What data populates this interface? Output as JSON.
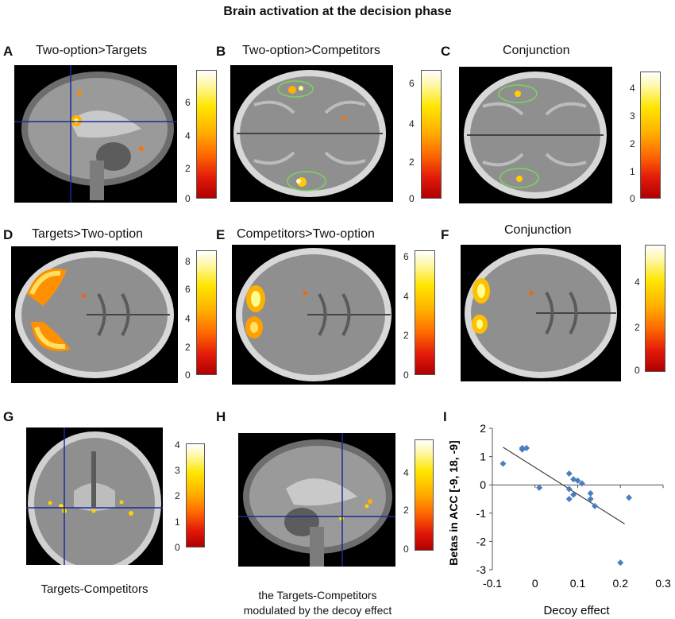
{
  "figure": {
    "title": "Brain activation at the decision phase"
  },
  "panels": [
    {
      "letter": "A",
      "title": "Two-option>Targets",
      "colorbar_ticks": [
        "6",
        "4",
        "2",
        "0"
      ],
      "crosshair": true,
      "view": "sagittal"
    },
    {
      "letter": "B",
      "title": "Two-option>Competitors",
      "colorbar_ticks": [
        "6",
        "4",
        "2",
        "0"
      ],
      "crosshair": false,
      "view": "axial"
    },
    {
      "letter": "C",
      "title": "Conjunction",
      "colorbar_ticks": [
        "4",
        "3",
        "2",
        "1",
        "0"
      ],
      "crosshair": false,
      "view": "axial"
    },
    {
      "letter": "D",
      "title": "Targets>Two-option",
      "colorbar_ticks": [
        "8",
        "6",
        "4",
        "2",
        "0"
      ],
      "crosshair": false,
      "view": "axial"
    },
    {
      "letter": "E",
      "title": "Competitors>Two-option",
      "colorbar_ticks": [
        "6",
        "4",
        "2",
        "0"
      ],
      "crosshair": false,
      "view": "axial"
    },
    {
      "letter": "F",
      "title": "Conjunction",
      "colorbar_ticks": [
        "4",
        "2",
        "0"
      ],
      "crosshair": false,
      "view": "axial"
    },
    {
      "letter": "G",
      "title": "",
      "caption": "Targets-Competitors",
      "colorbar_ticks": [
        "4",
        "3",
        "2",
        "1",
        "0"
      ],
      "crosshair": true,
      "view": "coronal"
    },
    {
      "letter": "H",
      "title": "",
      "caption": "the Targets-Competitors\nmodulated by the decoy effect",
      "caption_line1": "the Targets-Competitors",
      "caption_line2": "modulated by the decoy effect",
      "colorbar_ticks": [
        "4",
        "2",
        "0"
      ],
      "crosshair": true,
      "view": "sagittal"
    },
    {
      "letter": "I",
      "title": "",
      "view": "scatter"
    }
  ],
  "colors": {
    "activation_high": "#ffffff",
    "activation_mid": "#ffcc00",
    "activation_low": "#cc0000",
    "crosshair": "#1a2a9a",
    "roi_circle": "#7ad65a",
    "scatter_point": "#4a7ec0",
    "fit_line": "#404040"
  },
  "chart_data": {
    "type": "scatter",
    "title": "",
    "xlabel": "Decoy effect",
    "ylabel": "Betas in  ACC [-9, 18, -9]",
    "xlim": [
      -0.1,
      0.3
    ],
    "ylim": [
      -3,
      2
    ],
    "xticks": [
      "-0.1",
      "0",
      "0.1",
      "0.2",
      "0.3"
    ],
    "yticks": [
      "2",
      "1",
      "0",
      "-1",
      "-2",
      "-3"
    ],
    "x": [
      -0.075,
      -0.03,
      -0.02,
      -0.03,
      0.01,
      0.08,
      0.08,
      0.09,
      0.1,
      0.11,
      0.08,
      0.09,
      0.13,
      0.13,
      0.14,
      0.22,
      0.2
    ],
    "y": [
      0.75,
      1.25,
      1.3,
      1.3,
      -0.1,
      0.4,
      -0.15,
      0.2,
      0.15,
      0.05,
      -0.5,
      -0.35,
      -0.3,
      -0.5,
      -0.75,
      -0.45,
      -2.75
    ],
    "fit_line": {
      "x": [
        -0.075,
        0.21
      ],
      "y": [
        1.33,
        -1.38
      ]
    },
    "grid": false,
    "legend": "none"
  }
}
